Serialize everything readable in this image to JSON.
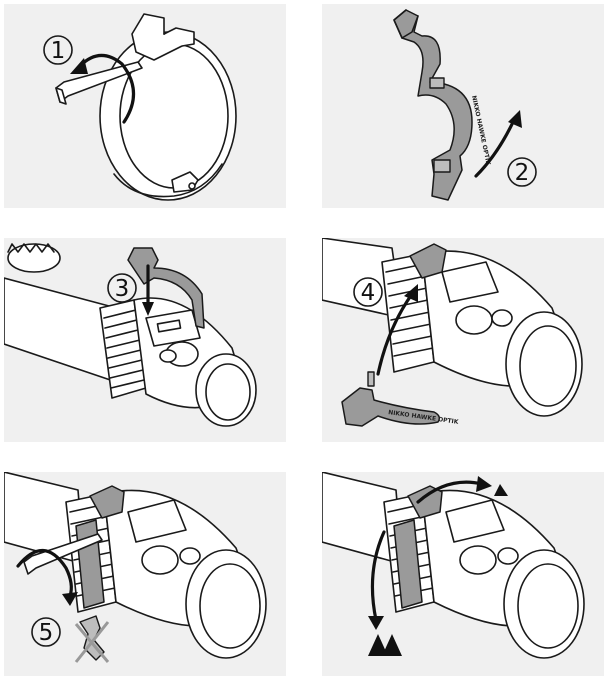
{
  "steps": [
    {
      "number": "1",
      "label": "①"
    },
    {
      "number": "2",
      "label": "②"
    },
    {
      "number": "3",
      "label": "③"
    },
    {
      "number": "4",
      "label": "④"
    },
    {
      "number": "5",
      "label": "⑤"
    }
  ],
  "clamp_brand_text": "NIKKO HAWKE OPTIK",
  "colors": {
    "panel_background": "#f0f0f0",
    "line": "#1a1a1a",
    "clamp_grey": "#9a9a9a",
    "cross_out_red": "#999999"
  },
  "icons": [
    "hex-key-icon",
    "rotate-arrow-icon",
    "cross-out-icon",
    "large-triangle-icon",
    "small-triangle-icon"
  ]
}
